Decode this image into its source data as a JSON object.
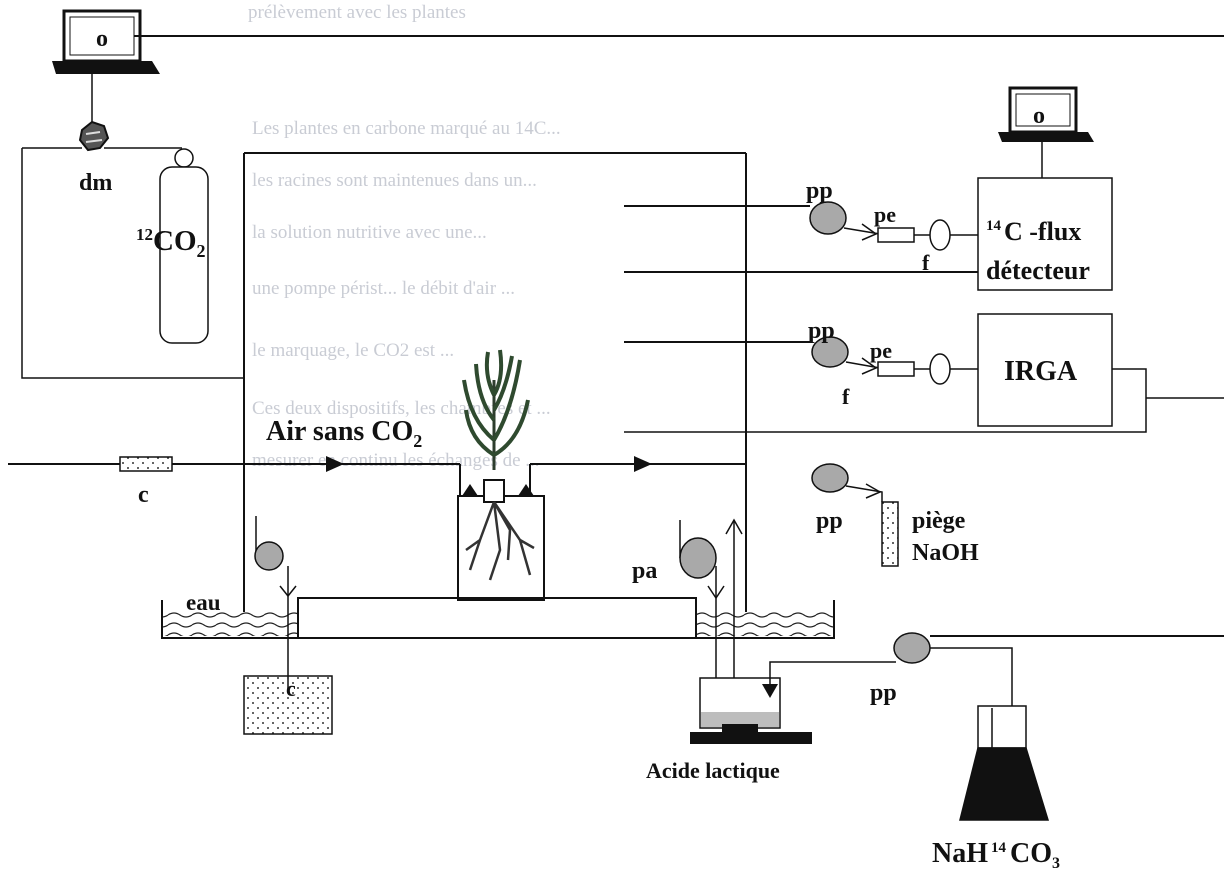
{
  "background_text": [
    "prélèvement avec les plantes",
    "Les plantes en carbone marqué au 14C...",
    "les racines sont maintenues dans un...",
    "la solution nutritive avec une...",
    "une pompe périst... le débit d'air ...",
    "le marquage, le CO2 est ...",
    "Ces deux dispositifs, les chambres et ...",
    "mesurer en continu les échanges de ..."
  ],
  "labels": {
    "computer_left": "o",
    "computer_right": "o",
    "dm": "dm",
    "co2_bottle": "12CO2",
    "co2_mass": "12",
    "co2_base": "CO",
    "co2_sub": "2",
    "air": "Air sans CO",
    "air_sub": "2",
    "c_filter": "c",
    "c_container": "c",
    "eau": "eau",
    "pp_1": "pp",
    "pp_2": "pp",
    "pp_3": "pp",
    "pp_4": "pp",
    "pe_1": "pe",
    "pe_2": "pe",
    "f_1": "f",
    "f_2": "f",
    "flux_mass": "14",
    "flux_line1": "C -flux",
    "flux_line2": "détecteur",
    "irga": "IRGA",
    "piege_line1": "piège",
    "piege_line2": "NaOH",
    "pa": "pa",
    "acide": "Acide lactique",
    "nah_base": "NaH",
    "nah_mass": "14",
    "nah_co": "CO",
    "nah_sub": "3"
  }
}
